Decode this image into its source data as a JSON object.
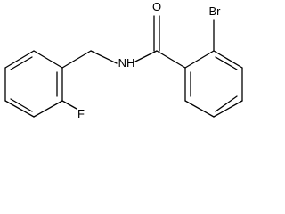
{
  "molecule": {
    "atoms": {
      "oxygen": "O",
      "nitrogen_hydrogen": "NH",
      "bromine": "Br",
      "fluorine": "F"
    }
  }
}
